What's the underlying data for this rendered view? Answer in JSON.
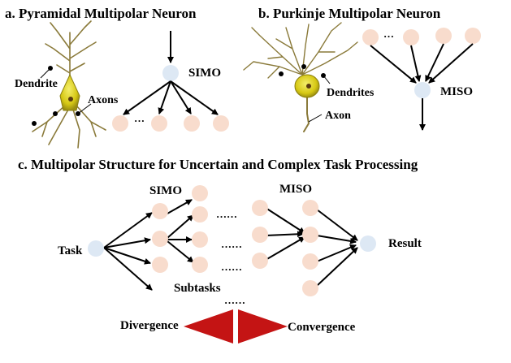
{
  "panel_a": {
    "title": "a. Pyramidal  Multipolar Neuron",
    "dendrite_label": "Dendrite",
    "axons_label": "Axons",
    "simo_label": "SIMO",
    "ellipsis": "…"
  },
  "panel_b": {
    "title": "b. Purkinje  Multipolar Neuron",
    "dendrites_label": "Dendrites",
    "axon_label": "Axon",
    "miso_label": "MISO",
    "ellipsis": "…"
  },
  "panel_c": {
    "title": "c. Multipolar Structure for Uncertain and Complex Task Processing",
    "simo_label": "SIMO",
    "miso_label": "MISO",
    "task_label": "Task",
    "result_label": "Result",
    "subtasks_label": "Subtasks",
    "ellipsis_1": "……",
    "ellipsis_2": "……",
    "ellipsis_3": "……",
    "ellipsis_4": "……",
    "divergence_label": "Divergence",
    "convergence_label": "Convergence"
  },
  "colors": {
    "input_node": "#dde8f4",
    "task_node": "#f8dccd",
    "arrow_red": "#c41414",
    "neuron_body": "#d8cc1a",
    "neuron_branch": "#8a7a3a"
  },
  "icons": [
    "pyramidal-neuron-icon",
    "purkinje-neuron-icon",
    "divergence-arrow-icon",
    "convergence-arrow-icon"
  ]
}
